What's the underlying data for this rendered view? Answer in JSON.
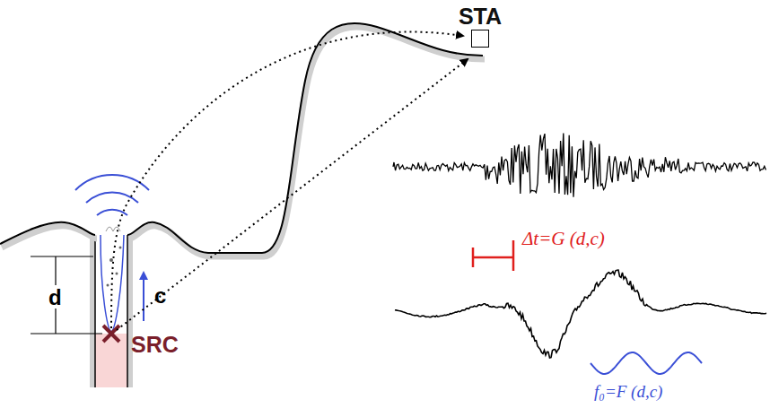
{
  "diagram": {
    "nodes": [
      {
        "text": [
          "STA"
        ]
      }
    ],
    "labels": [
      "SRC",
      "d",
      "c",
      "Δt=G (d,c)",
      "f₀=F (d,c)"
    ]
  }
}
